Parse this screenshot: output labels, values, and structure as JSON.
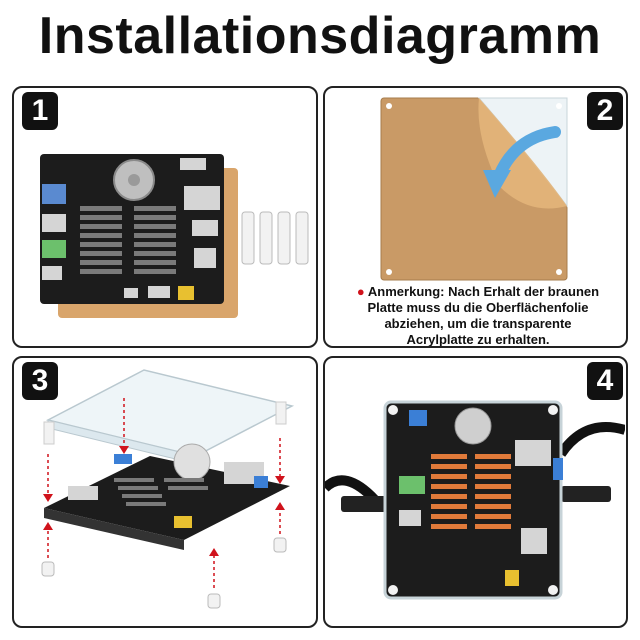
{
  "title": "Installationsdiagramm",
  "steps": [
    {
      "number": "1"
    },
    {
      "number": "2"
    },
    {
      "number": "3"
    },
    {
      "number": "4"
    }
  ],
  "note": {
    "line1": "Anmerkung: Nach Erhalt der braunen",
    "line2": "Platte muss du die Oberflächenfolie",
    "line3": "abziehen, um die transparente",
    "line4": "Acrylplatte zu erhalten."
  },
  "colors": {
    "pcb": "#1c1c1c",
    "brown_plate": "#d9a56b",
    "acrylic": "#e8f2f6",
    "arrow_blue": "#5aa8e0",
    "red_marker": "#d0121b"
  },
  "icons": [
    "pcb-board-image",
    "standoff-icon",
    "peel-arrow-icon",
    "dashed-arrow-icon",
    "usb-cable-icon"
  ]
}
